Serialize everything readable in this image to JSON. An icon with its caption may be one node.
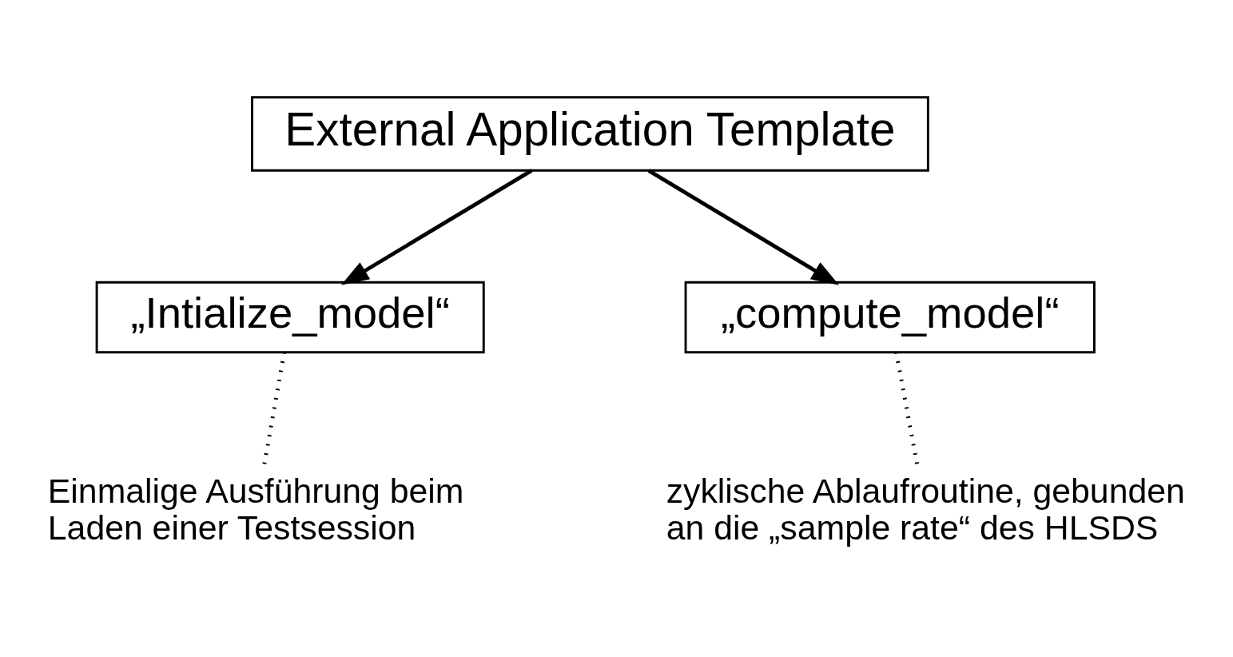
{
  "diagram": {
    "nodes": [
      {
        "text": [
          "External Application Template"
        ]
      },
      {
        "text": [
          "„Intialize_model“"
        ]
      },
      {
        "text": [
          "„compute_model“"
        ]
      },
      {
        "text": [
          "Einmalige Ausführung beim Laden einer Testsession"
        ]
      },
      {
        "text": [
          "zyklische Ablaufroutine, gebunden an die „sample rate“ des HLSDS"
        ]
      }
    ],
    "edges": [
      {
        "from": 0,
        "to": 1,
        "arrow": "to"
      },
      {
        "from": 0,
        "to": 2,
        "arrow": "to"
      },
      {
        "from": 1,
        "to": 3,
        "arrow": "none",
        "style": "dashed"
      },
      {
        "from": 2,
        "to": 4,
        "arrow": "none",
        "style": "dashed"
      }
    ]
  }
}
